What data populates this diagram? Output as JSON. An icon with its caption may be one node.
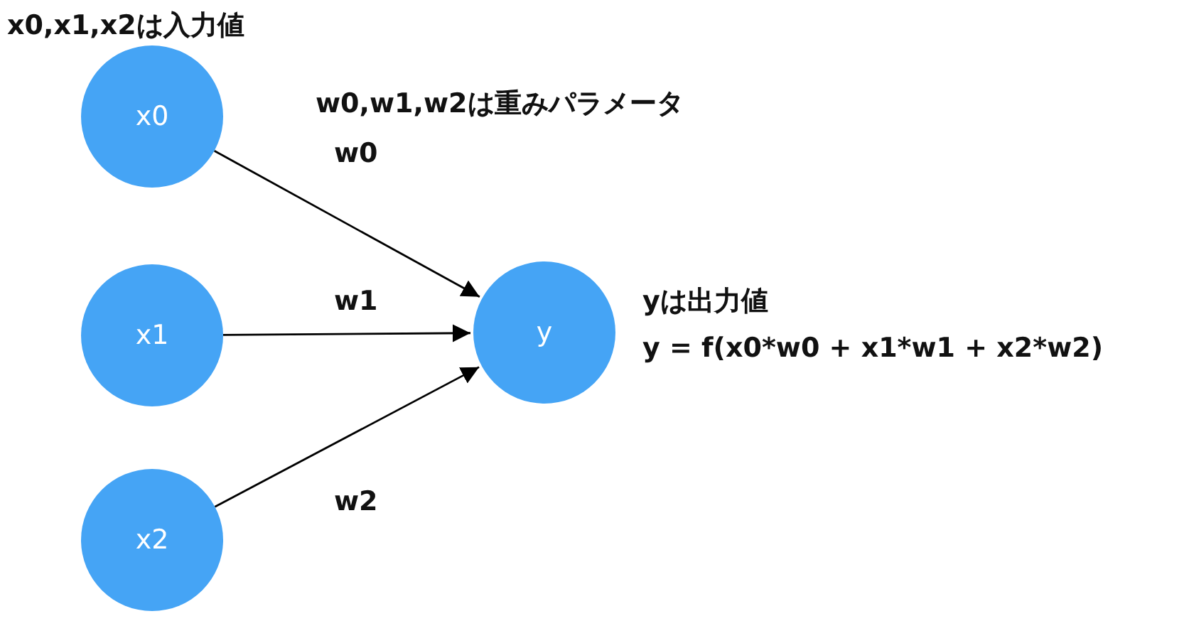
{
  "diagram": {
    "nodes": [
      {
        "text": [
          "x0"
        ]
      },
      {
        "text": [
          "x1"
        ]
      },
      {
        "text": [
          "x2"
        ]
      },
      {
        "text": [
          "y"
        ],
        "beside": [
          "yは出力値",
          "y = f(x0*w0 + x1*w1 + x2*w2)"
        ]
      }
    ],
    "edges": [
      {
        "from": 0,
        "to": 3,
        "arrow": "to",
        "label": "w0"
      },
      {
        "from": 1,
        "to": 3,
        "arrow": "to",
        "label": "w1"
      },
      {
        "from": 2,
        "to": 3,
        "arrow": "to",
        "label": "w2"
      }
    ],
    "labels": [
      "x0,x1,x2は入力値",
      "w0,w1,w2は重みパラメータ"
    ]
  }
}
